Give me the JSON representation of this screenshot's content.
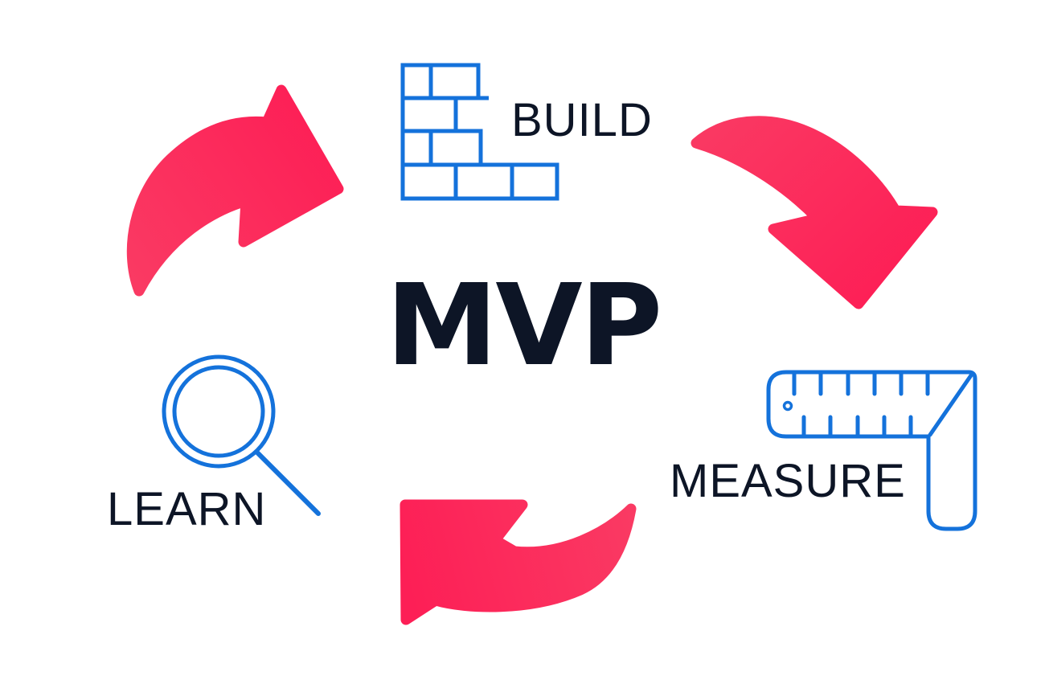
{
  "diagram": {
    "title": "MVP",
    "cycle": [
      {
        "id": "build",
        "label": "BUILD",
        "icon": "brick-wall-icon"
      },
      {
        "id": "measure",
        "label": "MEASURE",
        "icon": "carpenter-square-ruler-icon"
      },
      {
        "id": "learn",
        "label": "LEARN",
        "icon": "magnifier-icon"
      }
    ],
    "arrows": [
      {
        "from": "learn",
        "to": "build"
      },
      {
        "from": "build",
        "to": "measure"
      },
      {
        "from": "measure",
        "to": "learn"
      }
    ],
    "colors": {
      "arrow_pink_start": "#FA3A63",
      "arrow_pink_end": "#FD1F56",
      "icon_blue": "#1472DB",
      "text_navy": "#0D1526",
      "background": "#FFFFFF"
    }
  }
}
